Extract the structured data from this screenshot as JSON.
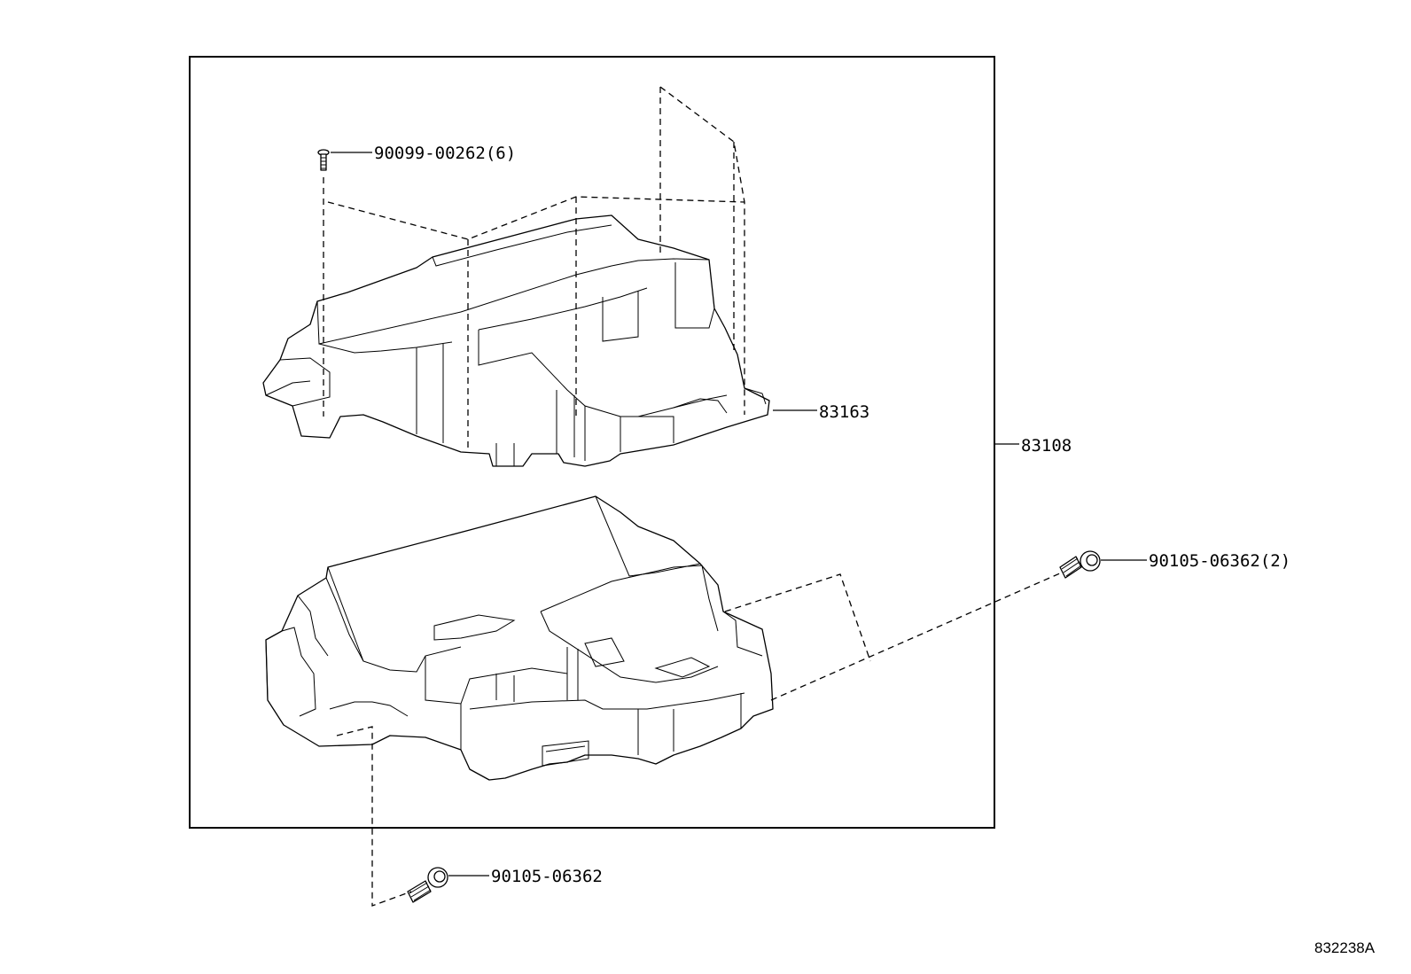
{
  "diagram": {
    "assembly_part": "83108",
    "cover_part": "83163",
    "screw_upper": "90099-00262(6)",
    "bolt_right": "90105-06362(2)",
    "bolt_bottom": "90105-06362",
    "illustration_code": "832238A"
  }
}
